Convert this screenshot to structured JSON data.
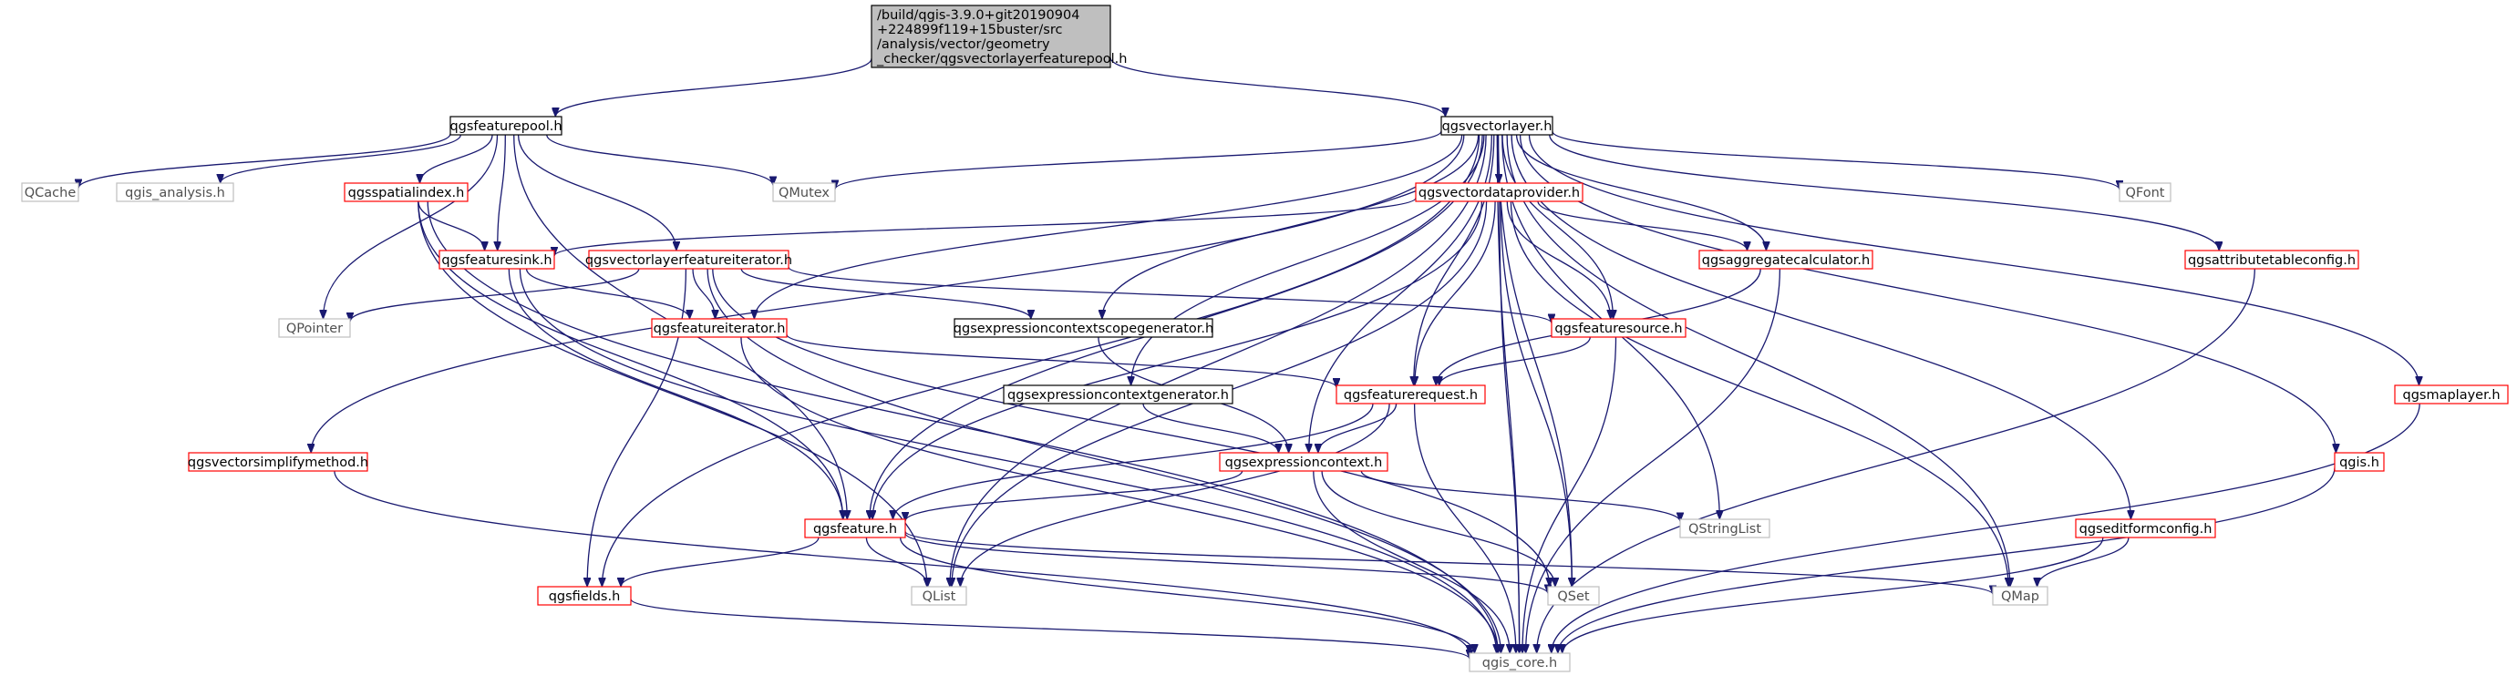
{
  "colors": {
    "edge": "#191970",
    "root_fill": "#bfbfbf",
    "border_black": "#000000",
    "border_red": "#ff0000",
    "border_gray": "#bfbfbf"
  },
  "nodes": {
    "root": {
      "lines": [
        "/build/qgis-3.9.0+git20190904",
        "+224899f119+15buster/src",
        "/analysis/vector/geometry",
        "_checker/qgsvectorlayerfeaturepool.h"
      ],
      "style": "root"
    },
    "featurepool": {
      "lines": [
        "qgsfeaturepool.h"
      ],
      "style": "black"
    },
    "vectorlayer": {
      "lines": [
        "qgsvectorlayer.h"
      ],
      "style": "black"
    },
    "qcache": {
      "lines": [
        "QCache"
      ],
      "style": "gray"
    },
    "qgis_analysis": {
      "lines": [
        "qgis_analysis.h"
      ],
      "style": "gray"
    },
    "spatialindex": {
      "lines": [
        "qgsspatialindex.h"
      ],
      "style": "red"
    },
    "qmutex": {
      "lines": [
        "QMutex"
      ],
      "style": "gray"
    },
    "vectordataprovider": {
      "lines": [
        "qgsvectordataprovider.h"
      ],
      "style": "red"
    },
    "qfont": {
      "lines": [
        "QFont"
      ],
      "style": "gray"
    },
    "featuresink": {
      "lines": [
        "qgsfeaturesink.h"
      ],
      "style": "red"
    },
    "vlfeatureiterator": {
      "lines": [
        "qgsvectorlayerfeatureiterator.h"
      ],
      "style": "red"
    },
    "aggregatecalculator": {
      "lines": [
        "qgsaggregatecalculator.h"
      ],
      "style": "red"
    },
    "attributetableconfig": {
      "lines": [
        "qgsattributetableconfig.h"
      ],
      "style": "red"
    },
    "qpointer": {
      "lines": [
        "QPointer"
      ],
      "style": "gray"
    },
    "featureiterator": {
      "lines": [
        "qgsfeatureiterator.h"
      ],
      "style": "red"
    },
    "exprscopegen": {
      "lines": [
        "qgsexpressioncontextscopegenerator.h"
      ],
      "style": "black"
    },
    "featuresource": {
      "lines": [
        "qgsfeaturesource.h"
      ],
      "style": "red"
    },
    "exprcontextgen": {
      "lines": [
        "qgsexpressioncontextgenerator.h"
      ],
      "style": "black"
    },
    "featurerequest": {
      "lines": [
        "qgsfeaturerequest.h"
      ],
      "style": "red"
    },
    "maplayer": {
      "lines": [
        "qgsmaplayer.h"
      ],
      "style": "red"
    },
    "simplifymethod": {
      "lines": [
        "qgsvectorsimplifymethod.h"
      ],
      "style": "red"
    },
    "exprcontext": {
      "lines": [
        "qgsexpressioncontext.h"
      ],
      "style": "red"
    },
    "qgis": {
      "lines": [
        "qgis.h"
      ],
      "style": "red"
    },
    "feature": {
      "lines": [
        "qgsfeature.h"
      ],
      "style": "red"
    },
    "qstringlist": {
      "lines": [
        "QStringList"
      ],
      "style": "gray"
    },
    "editformconfig": {
      "lines": [
        "qgseditformconfig.h"
      ],
      "style": "red"
    },
    "fields": {
      "lines": [
        "qgsfields.h"
      ],
      "style": "red"
    },
    "qlist": {
      "lines": [
        "QList"
      ],
      "style": "gray"
    },
    "qset": {
      "lines": [
        "QSet"
      ],
      "style": "gray"
    },
    "qmap": {
      "lines": [
        "QMap"
      ],
      "style": "gray"
    },
    "qgis_core": {
      "lines": [
        "qgis_core.h"
      ],
      "style": "gray"
    }
  },
  "edges": [
    [
      "root",
      "featurepool"
    ],
    [
      "root",
      "vectorlayer"
    ],
    [
      "featurepool",
      "qcache"
    ],
    [
      "featurepool",
      "qgis_analysis"
    ],
    [
      "featurepool",
      "spatialindex"
    ],
    [
      "featurepool",
      "qmutex"
    ],
    [
      "featurepool",
      "featuresink"
    ],
    [
      "featurepool",
      "vlfeatureiterator"
    ],
    [
      "featurepool",
      "qpointer"
    ],
    [
      "featurepool",
      "feature"
    ],
    [
      "vectorlayer",
      "qmutex"
    ],
    [
      "vectorlayer",
      "vectordataprovider"
    ],
    [
      "vectorlayer",
      "qfont"
    ],
    [
      "vectorlayer",
      "aggregatecalculator"
    ],
    [
      "vectorlayer",
      "attributetableconfig"
    ],
    [
      "vectorlayer",
      "featureiterator"
    ],
    [
      "vectorlayer",
      "exprscopegen"
    ],
    [
      "vectorlayer",
      "featuresource"
    ],
    [
      "vectorlayer",
      "exprcontextgen"
    ],
    [
      "vectorlayer",
      "featurerequest"
    ],
    [
      "vectorlayer",
      "maplayer"
    ],
    [
      "vectorlayer",
      "simplifymethod"
    ],
    [
      "vectorlayer",
      "exprcontext"
    ],
    [
      "vectorlayer",
      "qgis"
    ],
    [
      "vectorlayer",
      "feature"
    ],
    [
      "vectorlayer",
      "qstringlist"
    ],
    [
      "vectorlayer",
      "editformconfig"
    ],
    [
      "vectorlayer",
      "fields"
    ],
    [
      "vectorlayer",
      "qlist"
    ],
    [
      "vectorlayer",
      "qset"
    ],
    [
      "vectorlayer",
      "qmap"
    ],
    [
      "vectorlayer",
      "qgis_core"
    ],
    [
      "spatialindex",
      "featuresink"
    ],
    [
      "spatialindex",
      "feature"
    ],
    [
      "spatialindex",
      "qlist"
    ],
    [
      "spatialindex",
      "qgis_core"
    ],
    [
      "vectordataprovider",
      "featuresink"
    ],
    [
      "vectordataprovider",
      "aggregatecalculator"
    ],
    [
      "vectordataprovider",
      "featuresource"
    ],
    [
      "vectordataprovider",
      "featurerequest"
    ],
    [
      "vectordataprovider",
      "feature"
    ],
    [
      "vectordataprovider",
      "qlist"
    ],
    [
      "vectordataprovider",
      "qset"
    ],
    [
      "vectordataprovider",
      "qmap"
    ],
    [
      "vectordataprovider",
      "qgis_core"
    ],
    [
      "featuresink",
      "featureiterator"
    ],
    [
      "featuresink",
      "feature"
    ],
    [
      "featuresink",
      "qgis_core"
    ],
    [
      "vlfeatureiterator",
      "qpointer"
    ],
    [
      "vlfeatureiterator",
      "featureiterator"
    ],
    [
      "vlfeatureiterator",
      "exprscopegen"
    ],
    [
      "vlfeatureiterator",
      "featuresource"
    ],
    [
      "vlfeatureiterator",
      "fields"
    ],
    [
      "vlfeatureiterator",
      "qset"
    ],
    [
      "vlfeatureiterator",
      "qgis_core"
    ],
    [
      "aggregatecalculator",
      "featurerequest"
    ],
    [
      "aggregatecalculator",
      "qgis_core"
    ],
    [
      "attributetableconfig",
      "qgis_core"
    ],
    [
      "featureiterator",
      "featurerequest"
    ],
    [
      "featureiterator",
      "qgis_core"
    ],
    [
      "exprscopegen",
      "exprcontext"
    ],
    [
      "featuresource",
      "featurerequest"
    ],
    [
      "featuresource",
      "qgis_core"
    ],
    [
      "exprcontextgen",
      "exprcontext"
    ],
    [
      "featurerequest",
      "exprcontext"
    ],
    [
      "featurerequest",
      "feature"
    ],
    [
      "featurerequest",
      "qlist"
    ],
    [
      "featurerequest",
      "qgis_core"
    ],
    [
      "maplayer",
      "qgis_core"
    ],
    [
      "simplifymethod",
      "qgis_core"
    ],
    [
      "exprcontext",
      "feature"
    ],
    [
      "exprcontext",
      "qstringlist"
    ],
    [
      "exprcontext",
      "qset"
    ],
    [
      "exprcontext",
      "qgis_core"
    ],
    [
      "qgis",
      "qgis_core"
    ],
    [
      "feature",
      "fields"
    ],
    [
      "feature",
      "qlist"
    ],
    [
      "feature",
      "qset"
    ],
    [
      "feature",
      "qmap"
    ],
    [
      "feature",
      "qgis_core"
    ],
    [
      "editformconfig",
      "qmap"
    ],
    [
      "editformconfig",
      "qgis_core"
    ],
    [
      "fields",
      "qgis_core"
    ]
  ]
}
